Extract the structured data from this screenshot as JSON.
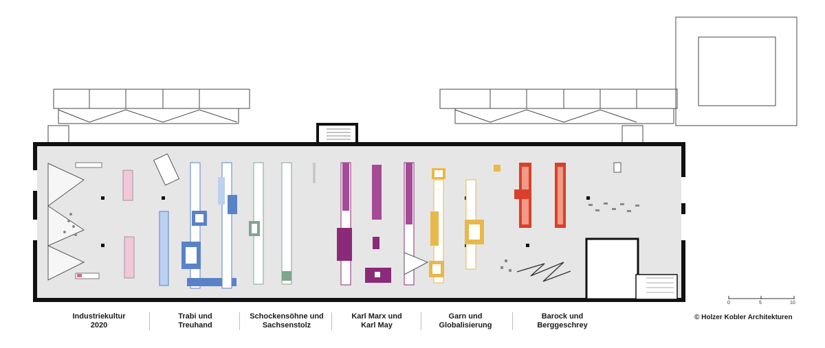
{
  "zones": [
    {
      "label": "Industriekultur\n2020",
      "color": "#c8c8c8"
    },
    {
      "label": "Trabi und\nTreuhand",
      "color": "#6f8fc9"
    },
    {
      "label": "Schockensöhne und\nSachsenstolz",
      "color": "#7fa58d"
    },
    {
      "label": "Karl Marx und\nKarl May",
      "color": "#8c2a7a"
    },
    {
      "label": "Garn und\nGlobalisierung",
      "color": "#e8b84a"
    },
    {
      "label": "Barock und\nBerggeschrey",
      "color": "#d9402b"
    }
  ],
  "credit": "© Holzer Kobler Architekturen",
  "scale_bar": {
    "ticks": [
      "0",
      "5",
      "10"
    ]
  },
  "colors": {
    "floor": "#e6e6e6",
    "walls": "#111111",
    "exhibit_pink": "#d46a9d",
    "exhibit_blue": "#5a82c8",
    "exhibit_green": "#7fa58d",
    "exhibit_purple": "#8c2a7a",
    "exhibit_yellow": "#e8b84a",
    "exhibit_red": "#d9402b"
  }
}
